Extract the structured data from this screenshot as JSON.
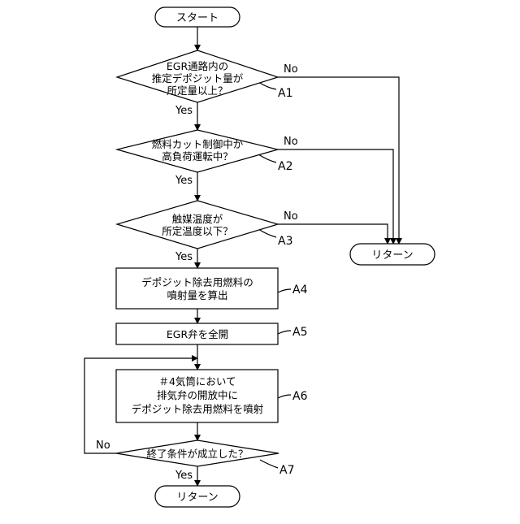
{
  "nodes": {
    "start": "スタート",
    "d1": [
      "EGR通路内の",
      "推定デポジット量が",
      "所定量以上？"
    ],
    "d2": [
      "燃料カット制御中か",
      "高負荷運転中？"
    ],
    "d3": [
      "触媒温度が",
      "所定温度以下？"
    ],
    "p4": [
      "デポジット除去用燃料の",
      "噴射量を算出"
    ],
    "p5": "EGR弁を全開",
    "p6": [
      "＃4気筒において",
      "排気弁の開放中に",
      "デポジット除去用燃料を噴射"
    ],
    "d7": "終了条件が成立した？",
    "return_right": "リターン",
    "return_bottom": "リターン"
  },
  "steps": {
    "a1": "A1",
    "a2": "A2",
    "a3": "A3",
    "a4": "A4",
    "a5": "A5",
    "a6": "A6",
    "a7": "A7"
  },
  "edges": {
    "yes": "Yes",
    "no": "No"
  }
}
